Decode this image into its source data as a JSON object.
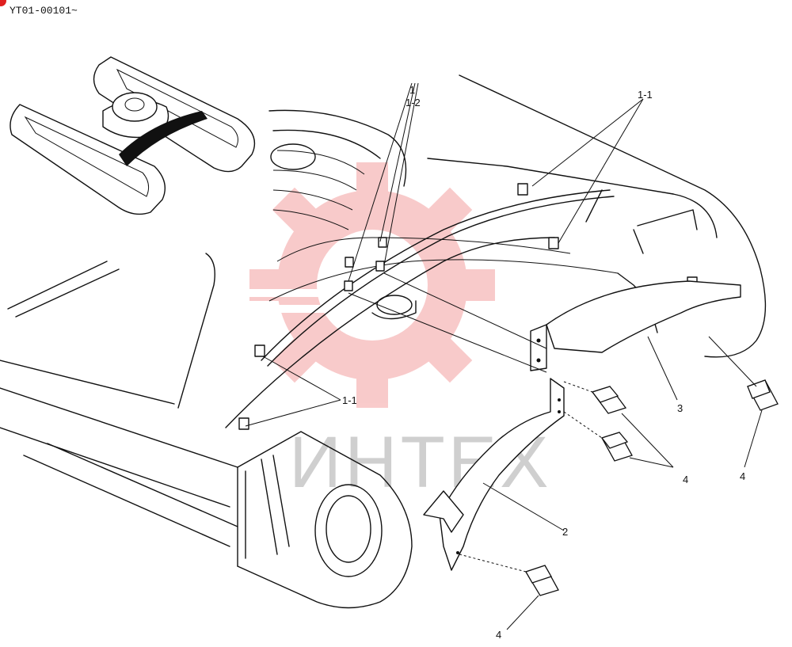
{
  "header": {
    "code": "YT01-00101~",
    "corner_color": "#e02020"
  },
  "watermark": {
    "text": "ИНТЕХ",
    "color": "#f4a0a0"
  },
  "callouts": [
    {
      "id": "1",
      "text": "1"
    },
    {
      "id": "1-2",
      "text": "1-2"
    },
    {
      "id": "1-1-top",
      "text": "1-1"
    },
    {
      "id": "1-1-mid",
      "text": "1-1"
    },
    {
      "id": "2",
      "text": "2"
    },
    {
      "id": "3",
      "text": "3"
    },
    {
      "id": "4-center",
      "text": "4"
    },
    {
      "id": "4-right",
      "text": "4"
    },
    {
      "id": "4-bottom",
      "text": "4"
    }
  ]
}
